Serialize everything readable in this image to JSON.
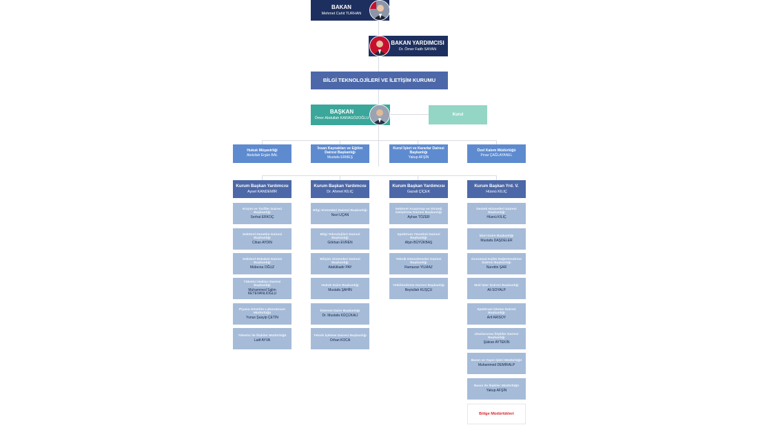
{
  "minister": {
    "title": "BAKAN",
    "name": "Mehmet Cahit TURHAN"
  },
  "deputy_minister": {
    "title": "BAKAN YARDIMCISI",
    "name": "Dr. Ömer Fatih SAYAN"
  },
  "institution": {
    "title": "BİLGİ TEKNOLOJİLERİ VE İLETİŞİM KURUMU"
  },
  "president": {
    "title": "BAŞKAN",
    "name": "Ömer Abdullah KARAGÖZOĞLU"
  },
  "board": {
    "title": "Kurul"
  },
  "staff_units": [
    {
      "title": "Hukuk Müşavirliği",
      "name": "Abdullah Ergün BAL"
    },
    {
      "title": "İnsan Kaynakları ve Eğitim Dairesi Başkanlığı",
      "name": "Mustafa ERMEŞ"
    },
    {
      "title": "Kurul İşleri ve Kararlar Dairesi Başkanlığı",
      "name": "Yakup AFŞİN"
    },
    {
      "title": "Özel Kalem Müdürlüğü",
      "name": "Pınar ÇAĞLAYANEL"
    }
  ],
  "vice_presidents": [
    {
      "title": "Kurum Başkan Yardımcısı",
      "name": "Aysel KANDEMİR",
      "units": [
        {
          "title": "Erişim ve Tarifler Dairesi Başkanlığı",
          "name": "Serhat ERKOÇ"
        },
        {
          "title": "Sektörel Denetim Dairesi Başkanlığı",
          "name": "Cihan AYDIN"
        },
        {
          "title": "Sektörel Rekabet Dairesi Başkanlığı",
          "name": "Mübeına OĞUZ"
        },
        {
          "title": "Tüketici Hakları Dairesi Başkanlığı",
          "name": "Muhammed Salim KETEVANLIOĞLU"
        },
        {
          "title": "Piyasa Gözetim Laboratuvarı Müdürlüğü",
          "name": "Yunus Şuayip ÇETİN"
        },
        {
          "title": "Tüketici ile İlişkiler Müdürlüğü",
          "name": "Latif AYVA"
        }
      ]
    },
    {
      "title": "Kurum Başkan Yardımcısı",
      "name": "Dr. Ahmet KILIÇ",
      "units": [
        {
          "title": "Bilgi Sistemleri Dairesi Başkanlığı",
          "name": "Nezi UÇAN"
        },
        {
          "title": "Bilgi Teknolojileri Dairesi Başkanlığı",
          "name": "Gökhan EVREN"
        },
        {
          "title": "Bilişim Sistemleri Dairesi Başkanlığı",
          "name": "Abdülkadir PAY"
        },
        {
          "title": "Hukuk Daire Başkanlığı",
          "name": "Mustafa ŞAHİN"
        },
        {
          "title": "İnternet Daire Başkanlığı",
          "name": "Dr. Mustafa KÜÇÜKALİ"
        },
        {
          "title": "Teknik İşletme Dairesi Başkanlığı",
          "name": "Orhan KOCA"
        }
      ]
    },
    {
      "title": "Kurum Başkan Yardımcısı",
      "name": "Gazali ÇİÇEK",
      "units": [
        {
          "title": "Sektörel Araştırma ve Strateji Geliştirme Dairesi Başkanlığı",
          "name": "Ayhan TÖZER"
        },
        {
          "title": "Spektrum Yönetimi Dairesi Başkanlığı",
          "name": "Afşin BÜYÜKBAŞ"
        },
        {
          "title": "Teknik Düzenlemeler Dairesi Başkanlığı",
          "name": "Ramazan YILMAZ"
        },
        {
          "title": "Yetkilendirme Dairesi Başkanlığı",
          "name": "Beytullah KUŞÇU"
        }
      ]
    },
    {
      "title": "Kurum Başkan Yrd. V.",
      "name": "Hüsnü KILIÇ",
      "units": [
        {
          "title": "Destek Hizmetleri Dairesi Başkanlığı",
          "name": "Hüsnü KILIÇ"
        },
        {
          "title": "İdari Daire Başkanlığı",
          "name": "Mustafa DAŞDELER"
        },
        {
          "title": "Kurumsal Kalite Değerlendirme Dairesi Başkanlığı",
          "name": "Nurettin ŞAR"
        },
        {
          "title": "Mali İşler Dairesi Başkanlığı",
          "name": "Ali SOYALP"
        },
        {
          "title": "Spektrum İzleme Dairesi Başkanlığı",
          "name": "Arif ARISOY"
        },
        {
          "title": "Uluslararası İlişkiler Dairesi Başkanlığı",
          "name": "Şükran AYTEKİN"
        },
        {
          "title": "Basın ve Yayın İşleri Müdürlüğü",
          "name": "Muhammed DEMİRALP"
        },
        {
          "title": "Basın ile İlişkiler Müdürlüğü",
          "name": "Yakup AFŞİN"
        }
      ]
    }
  ],
  "regional": {
    "title": "Bölge Müdürlükleri"
  },
  "colors": {
    "navy": "#1d2f5e",
    "mid_blue": "#4c68a8",
    "teal": "#3aa79a",
    "mint": "#93d6c6",
    "staff_blue": "#5e8bcf",
    "unit_pale": "#a5bbd8",
    "regional_red": "#d6242a"
  },
  "icons": {
    "photo": "person-photo-icon",
    "flag": "turkish-flag-icon"
  }
}
